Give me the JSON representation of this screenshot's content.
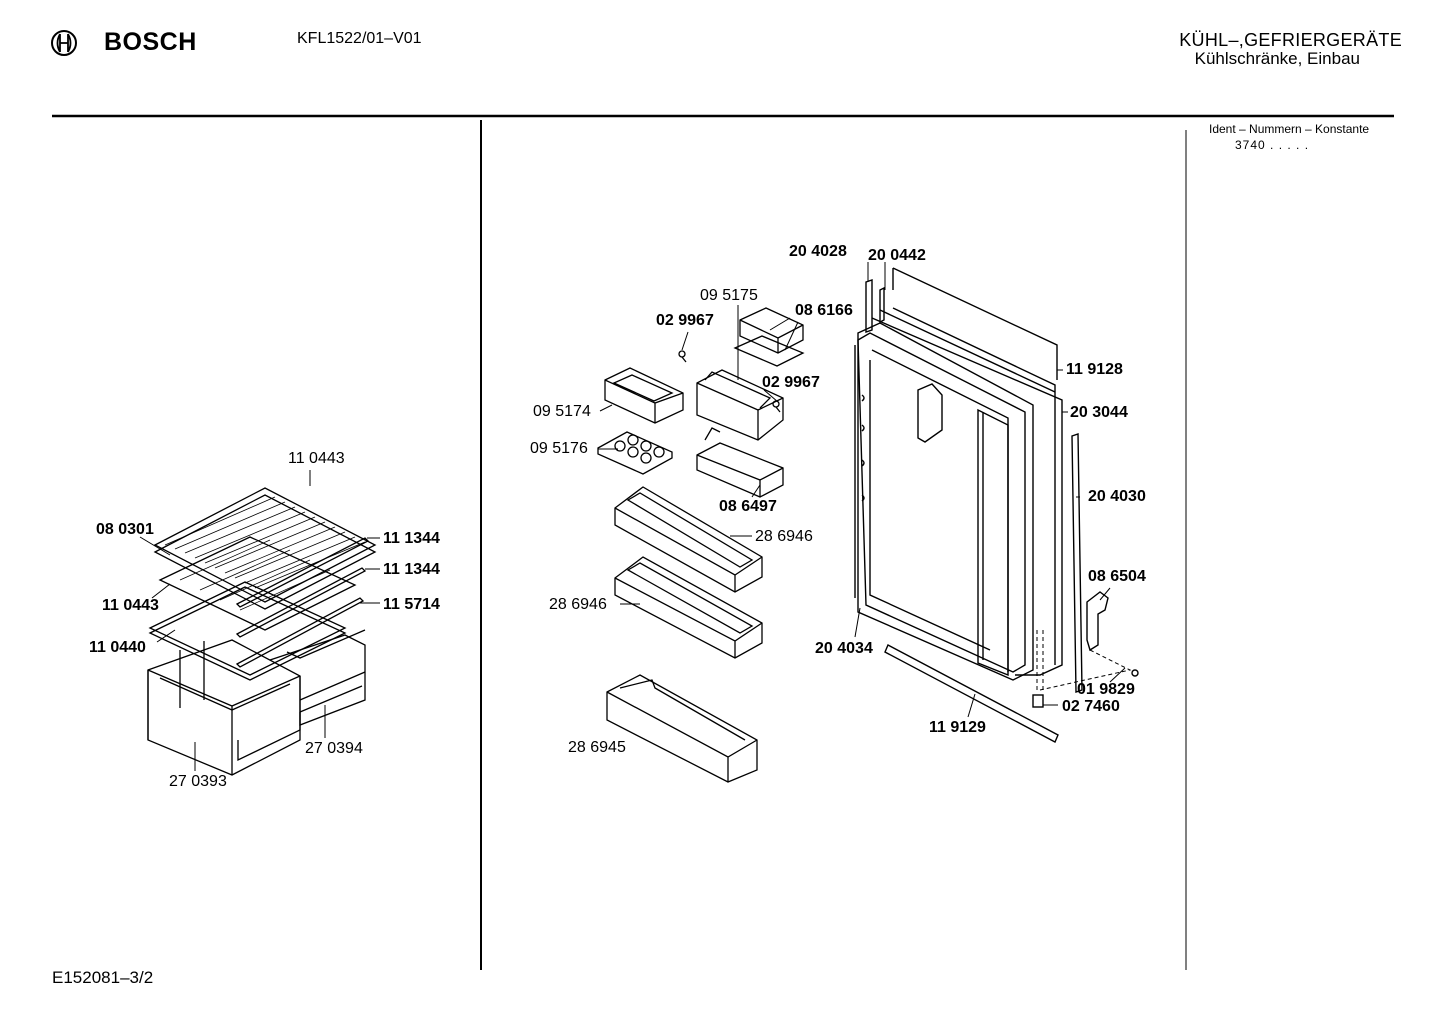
{
  "header": {
    "brand": "BOSCH",
    "model": "KFL1522/01–V01",
    "category_line1": "KÜHL–,GEFRIERGERÄTE",
    "category_line2": "Kühlschränke, Einbau",
    "ident_label": "Ident – Nummern – Konstante",
    "ident_value": "3740 .  .  .  .  ."
  },
  "footer": {
    "doc_id": "E152081–3/2"
  },
  "left_panel": {
    "labels": {
      "l_110443_top": "11 0443",
      "l_080301": "08 0301",
      "l_111344_a": "11 1344",
      "l_111344_b": "11 1344",
      "l_110443": "11 0443",
      "l_115714": "11 5714",
      "l_110440": "11 0440",
      "l_270394": "27 0394",
      "l_270393": "27 0393"
    }
  },
  "right_panel": {
    "labels": {
      "l_204028": "20 4028",
      "l_200442": "20 0442",
      "l_095175": "09 5175",
      "l_086166": "08 6166",
      "l_029967_a": "02 9967",
      "l_029967_b": "02 9967",
      "l_119128": "11 9128",
      "l_095174": "09 5174",
      "l_203044": "20 3044",
      "l_095176": "09 5176",
      "l_086497": "08 6497",
      "l_204030": "20 4030",
      "l_286946_a": "28 6946",
      "l_086504": "08 6504",
      "l_286946_b": "28 6946",
      "l_204034": "20 4034",
      "l_019829": "01 9829",
      "l_027460": "02 7460",
      "l_119129": "11 9129",
      "l_286945": "28 6945"
    }
  }
}
